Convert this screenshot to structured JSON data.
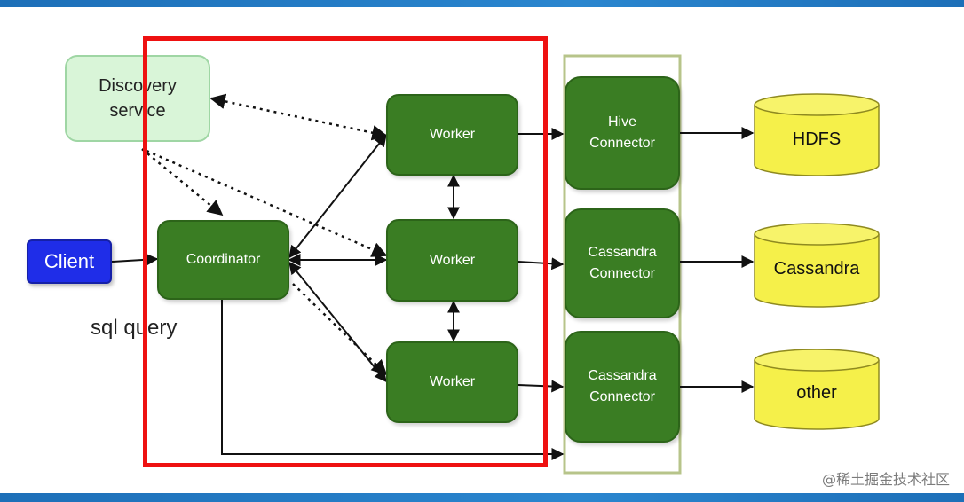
{
  "nodes": {
    "discovery": "Discovery\nservice",
    "client": "Client",
    "coordinator": "Coordinator",
    "worker_1": "Worker",
    "worker_2": "Worker",
    "worker_3": "Worker",
    "connector_1": "Hive\nConnector",
    "connector_2": "Cassandra\nConnector",
    "connector_3": "Cassandra\nConnector"
  },
  "stores": {
    "store_1": "HDFS",
    "store_2": "Cassandra",
    "store_3": "other"
  },
  "labels": {
    "sql_query": "sql query"
  },
  "watermark": "@稀土掘金技术社区",
  "colors": {
    "worker_green": "#3a7d23",
    "discovery_fill": "#d9f5d8",
    "client_blue": "#1f2de8",
    "store_yellow": "#f5f04a",
    "highlight_red": "#ee1111",
    "connector_group_border": "#b7c48a"
  }
}
